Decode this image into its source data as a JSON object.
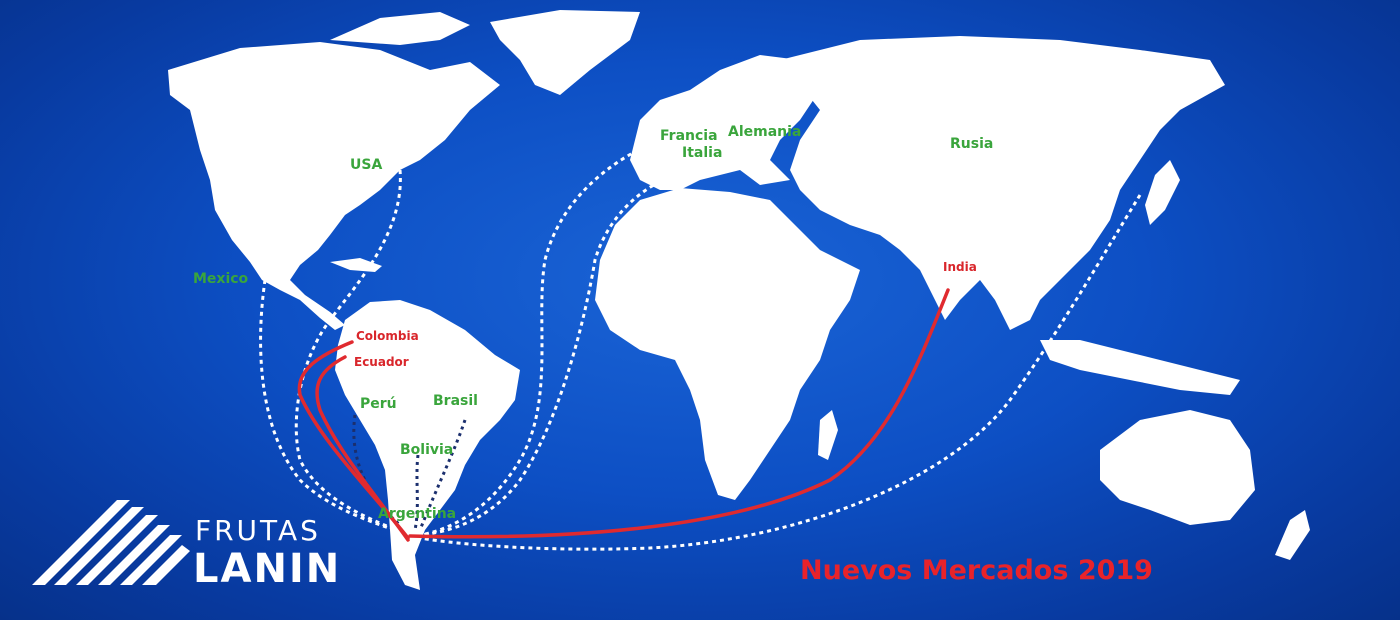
{
  "map": {
    "countries_markets": [
      "USA",
      "Mexico",
      "Francia",
      "Alemania",
      "Italia",
      "Rusia",
      "Perú",
      "Brasil",
      "Bolivia",
      "Argentina"
    ],
    "new_markets": [
      "Colombia",
      "Ecuador",
      "India"
    ],
    "colors": {
      "ocean": "#0d4fc4",
      "land": "#ffffff",
      "existing_market_label": "#3aa53c",
      "new_market_route": "#e02a2f",
      "existing_route": "#ffffff",
      "regional_route": "#1b2f6e"
    }
  },
  "labels": {
    "usa": "USA",
    "mexico": "Mexico",
    "francia": "Francia",
    "alemania": "Alemania",
    "italia": "Italia",
    "rusia": "Rusia",
    "peru": "Perú",
    "brasil": "Brasil",
    "bolivia": "Bolivia",
    "argentina": "Argentina",
    "colombia": "Colombia",
    "ecuador": "Ecuador",
    "india": "India"
  },
  "brand": {
    "line1": "FRUTAS",
    "line2": "LANIN",
    "logo_icon": "diagonal-stripes-logo"
  },
  "title": "Nuevos Mercados 2019"
}
